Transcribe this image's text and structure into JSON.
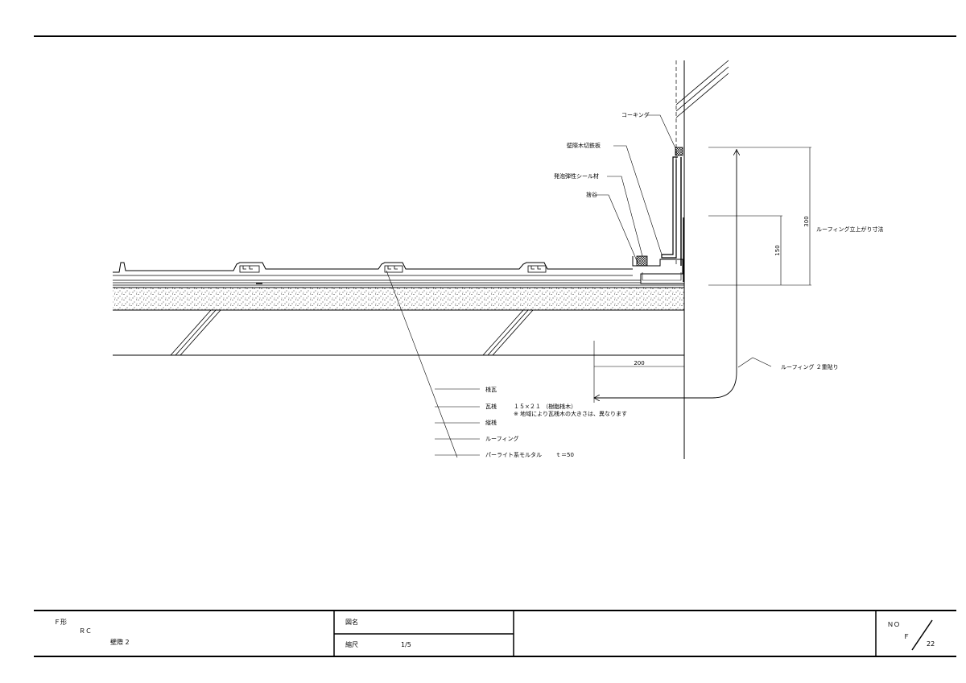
{
  "drawing": {
    "labels": {
      "caulking": "コーキング",
      "parapet_flashing": "壁際木切鉄板",
      "foam_seal": "発泡弾性シール材",
      "eave_gutter": "捨谷",
      "roofing_upturn": "ルーフィング立上がり寸法",
      "roofing_double": "ルーフィング ２重貼り",
      "tile": "桟瓦",
      "batten": "瓦桟",
      "batten_spec": "１５×２１ （樹脂桟木）",
      "batten_note": "※ 地域により瓦桟木の大きさは、異なります",
      "counter_batten": "縦桟",
      "roofing": "ルーフィング",
      "mortar": "パーライト系モルタル",
      "mortar_thickness": "ｔ＝50"
    },
    "dimensions": {
      "d300": "300",
      "d150": "150",
      "d200": "200"
    }
  },
  "title_block": {
    "type": "Ｆ形",
    "structure": "ＲＣ",
    "detail": "壁際 2",
    "drawing_name_label": "図名",
    "scale_label": "縮尺",
    "scale_value": "1/5",
    "no_label": "ＮＯ",
    "series": "Ｆ",
    "number": "22"
  }
}
